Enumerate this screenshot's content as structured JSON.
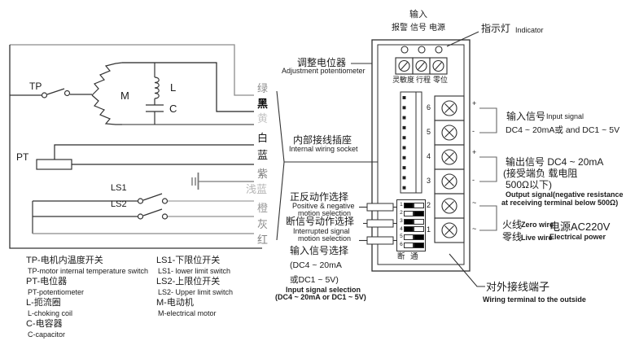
{
  "circuit": {
    "tp": "TP",
    "pt": "PT",
    "m": "M",
    "l": "L",
    "c": "C",
    "ls1": "LS1",
    "ls2": "LS2"
  },
  "wires": [
    {
      "label": "绿",
      "color": "#8e8e8e"
    },
    {
      "label": "黑",
      "color": "#0a0a0a"
    },
    {
      "label": "黄",
      "color": "#c6c6c6"
    },
    {
      "label": "白",
      "color": "#1c1c1c"
    },
    {
      "label": "蓝",
      "color": "#161616"
    },
    {
      "label": "紫",
      "color": "#7d7d7d"
    },
    {
      "label": "浅蓝",
      "color": "#b5b5b5"
    },
    {
      "label": "橙",
      "color": "#9a9a9a"
    },
    {
      "label": "灰",
      "color": "#8a8a8a"
    },
    {
      "label": "红",
      "color": "#858585"
    }
  ],
  "module": {
    "input_label": "输入",
    "lamp_labels": [
      "报警",
      "信号",
      "电源"
    ],
    "pot_labels": [
      "灵敏度",
      "行程",
      "零位"
    ],
    "terminal_numbers": [
      "6",
      "5",
      "4",
      "3",
      "2",
      "1"
    ],
    "polarity": {
      "in_plus": "+",
      "in_minus": "-",
      "out_plus": "+",
      "out_minus": "-",
      "ac_top": "~",
      "ac_bottom": "~"
    },
    "dip": {
      "numbers": [
        "1",
        "2",
        "3",
        "4",
        "5",
        "6"
      ],
      "sides": [
        "left",
        "right",
        "left",
        "left",
        "right",
        "right"
      ],
      "off": "断",
      "on": "通"
    }
  },
  "callouts": {
    "indicator": {
      "zh": "指示灯",
      "en": "Indicator"
    },
    "adjust": {
      "zh": "调整电位器",
      "en": "Adjustment potentiometer"
    },
    "socket": {
      "zh": "内部接线插座",
      "en": "Internal wiring socket"
    },
    "positive": {
      "zh": "正反动作选择",
      "en1": "Positive & negative",
      "en2": "motion selection"
    },
    "interrupted": {
      "zh": "断信号动作选择",
      "en1": "Interrupted signal",
      "en2": "motion selection"
    },
    "input_select": {
      "zh": "输入信号选择",
      "l2": "(DC4 ~ 20mA",
      "l3": "或DC1 ~ 5V)",
      "en1": "Input signal selection",
      "en2": "(DC4 ~ 20mA or DC1 ~ 5V)"
    },
    "input_signal": {
      "zh": "输入信号",
      "en": "Input signal",
      "l2": "DC4 ~ 20mA或  and  DC1 ~ 5V"
    },
    "output_signal": {
      "l1": "输出信号 DC4 ~ 20mA",
      "l2": "(接受端负 载电阻",
      "l3": "500Ω以下)",
      "en1": "Output signal(negative resistance",
      "en2": "at receiving terminal below 500Ω)"
    },
    "power": {
      "hot_zh": "火线",
      "hot_en": "Zero wire",
      "neutral_zh": "零线",
      "neutral_en": "Live wire",
      "supply_zh": "电源AC220V",
      "supply_en": "Electrical power"
    },
    "external": {
      "zh": "对外接线端子",
      "en": "Wiring terminal to the outside"
    }
  },
  "legend": {
    "col1": [
      {
        "zh": "TP-电机内温度开关",
        "en": "TP-motor internal temperature switch"
      },
      {
        "zh": "PT-电位器",
        "en": "PT-potentiometer"
      },
      {
        "zh": "L-扼流圈",
        "en": "L-choking coil"
      },
      {
        "zh": "C-电容器",
        "en": "C-capacitor"
      }
    ],
    "col2": [
      {
        "zh": "LS1-下限位开关",
        "en": "LS1- lower limit switch"
      },
      {
        "zh": "LS2-上限位开关",
        "en": "LS2- Upper limit switch"
      },
      {
        "zh": "M-电动机",
        "en": "M-electrical motor"
      }
    ]
  }
}
